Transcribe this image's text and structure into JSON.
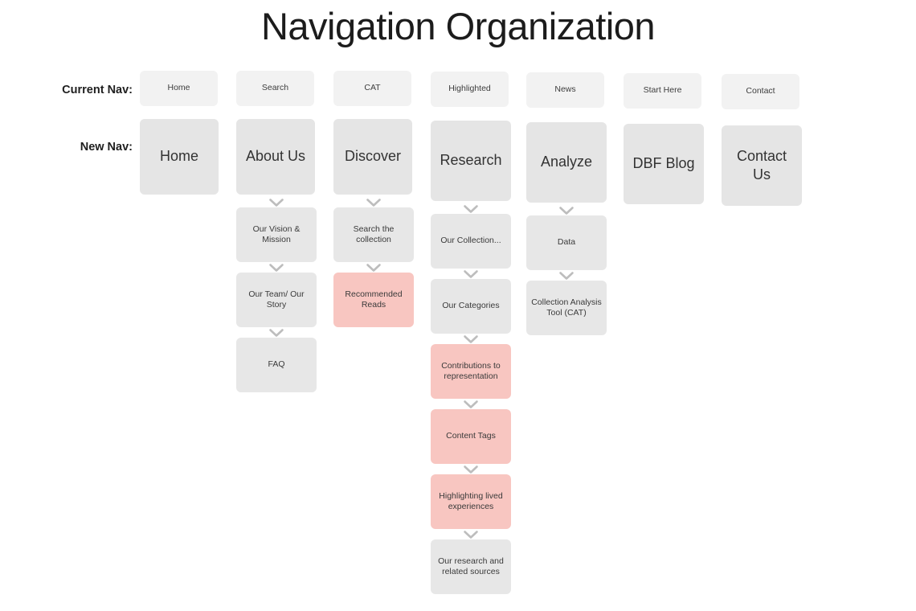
{
  "page": {
    "title": "Navigation Organization",
    "labels": {
      "current_nav": "Current Nav:",
      "new_nav": "New Nav:"
    },
    "colors": {
      "current_box": "#f2f2f2",
      "primary_box": "#e5e5e5",
      "sub_box": "#e7e7e7",
      "highlight_box": "#f8c6c1",
      "text": "#3a3a3a",
      "title": "#1c1c1c",
      "arrow": "#bdbdbd"
    }
  },
  "columns": [
    {
      "current": "Home",
      "new": "Home",
      "children": []
    },
    {
      "current": "Search",
      "new": "About Us",
      "children": [
        {
          "label": "Our Vision & Mission",
          "highlight": false
        },
        {
          "label": "Our Team/ Our Story",
          "highlight": false
        },
        {
          "label": "FAQ",
          "highlight": false
        }
      ]
    },
    {
      "current": "CAT",
      "new": "Discover",
      "children": [
        {
          "label": "Search the collection",
          "highlight": false
        },
        {
          "label": "Recommended Reads",
          "highlight": true
        }
      ]
    },
    {
      "current": "Highlighted",
      "new": "Research",
      "children": [
        {
          "label": "Our Collection...",
          "highlight": false
        },
        {
          "label": "Our Categories",
          "highlight": false
        },
        {
          "label": "Contributions to representation",
          "highlight": true
        },
        {
          "label": "Content Tags",
          "highlight": true
        },
        {
          "label": "Highlighting lived experiences",
          "highlight": true
        },
        {
          "label": "Our research and related sources",
          "highlight": false
        }
      ]
    },
    {
      "current": "News",
      "new": "Analyze",
      "children": [
        {
          "label": "Data",
          "highlight": false
        },
        {
          "label": "Collection Analysis Tool (CAT)",
          "highlight": false
        }
      ]
    },
    {
      "current": "Start Here",
      "new": "DBF Blog",
      "children": []
    },
    {
      "current": "Contact",
      "new": "Contact Us",
      "children": []
    }
  ],
  "icons": {
    "arrow_down": "chevron-down-icon"
  }
}
